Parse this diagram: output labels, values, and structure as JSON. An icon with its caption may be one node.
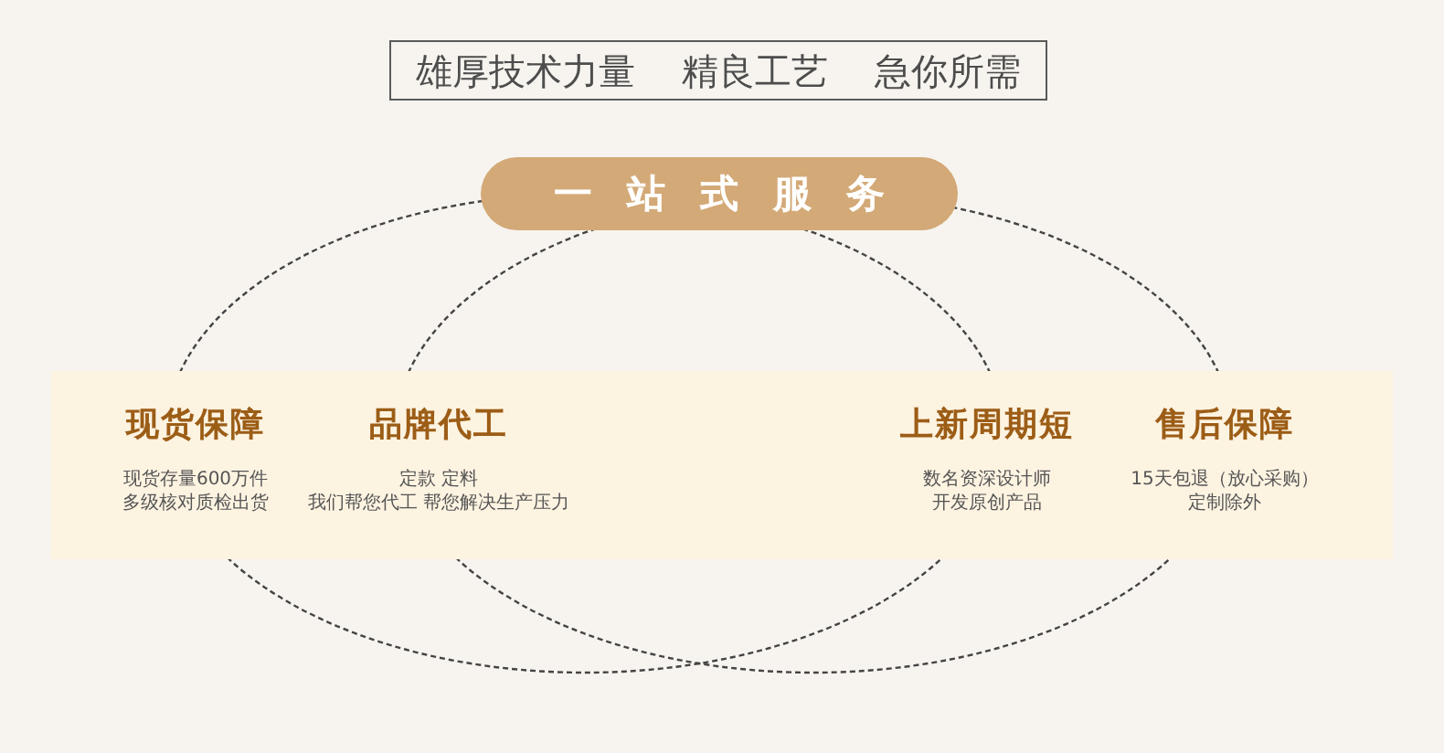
{
  "diagram": {
    "nodes": [
      {
        "text": [
          "雄厚技术力量 精良工艺 急你所需"
        ]
      },
      {
        "text": [
          "一站式服务"
        ]
      },
      {
        "text": [],
        "shape": "band"
      },
      {
        "text": [
          "现货保障",
          "现货存量600万件",
          "多级核对质检出货"
        ],
        "in": 2
      },
      {
        "text": [
          "品牌代工",
          "定款 定料",
          "我们帮您代工 帮您解决生产压力"
        ],
        "in": 2
      },
      {
        "text": [
          "上新周期短",
          "数名资深设计师",
          "开发原创产品"
        ],
        "in": 2
      },
      {
        "text": [
          "售后保障",
          "15天包退（放心采购）",
          "定制除外"
        ],
        "in": 2
      }
    ]
  }
}
